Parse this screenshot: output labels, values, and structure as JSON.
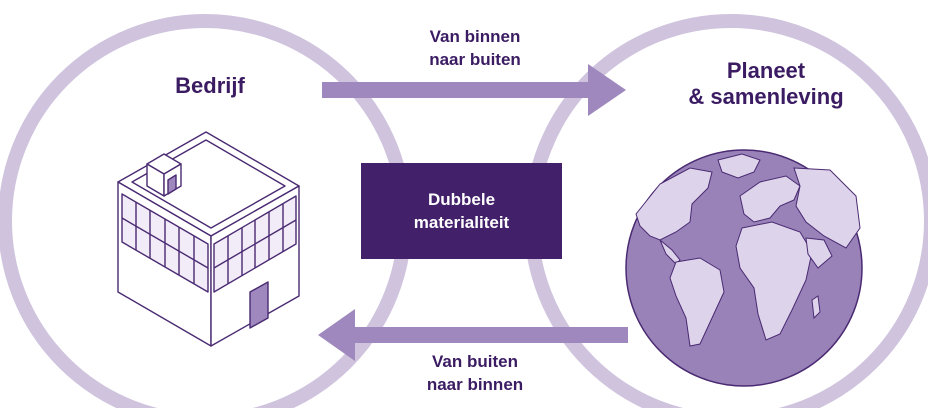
{
  "colors": {
    "ring": "#cfc3de",
    "arrow": "#9e88bd",
    "box": "#43206a",
    "text_dark": "#3b1c63",
    "globe_ocean": "#9882b8",
    "globe_land": "#ddd3ea"
  },
  "left_circle": {
    "title": "Bedrijf",
    "icon": "office-building"
  },
  "right_circle": {
    "title_lines": [
      "Planeet",
      "& samenleving"
    ],
    "icon": "globe"
  },
  "top_arrow": {
    "label_lines": [
      "Van binnen",
      "naar buiten"
    ],
    "direction": "right"
  },
  "bottom_arrow": {
    "label_lines": [
      "Van buiten",
      "naar binnen"
    ],
    "direction": "left"
  },
  "center": {
    "label_lines": [
      "Dubbele",
      "materialiteit"
    ]
  }
}
